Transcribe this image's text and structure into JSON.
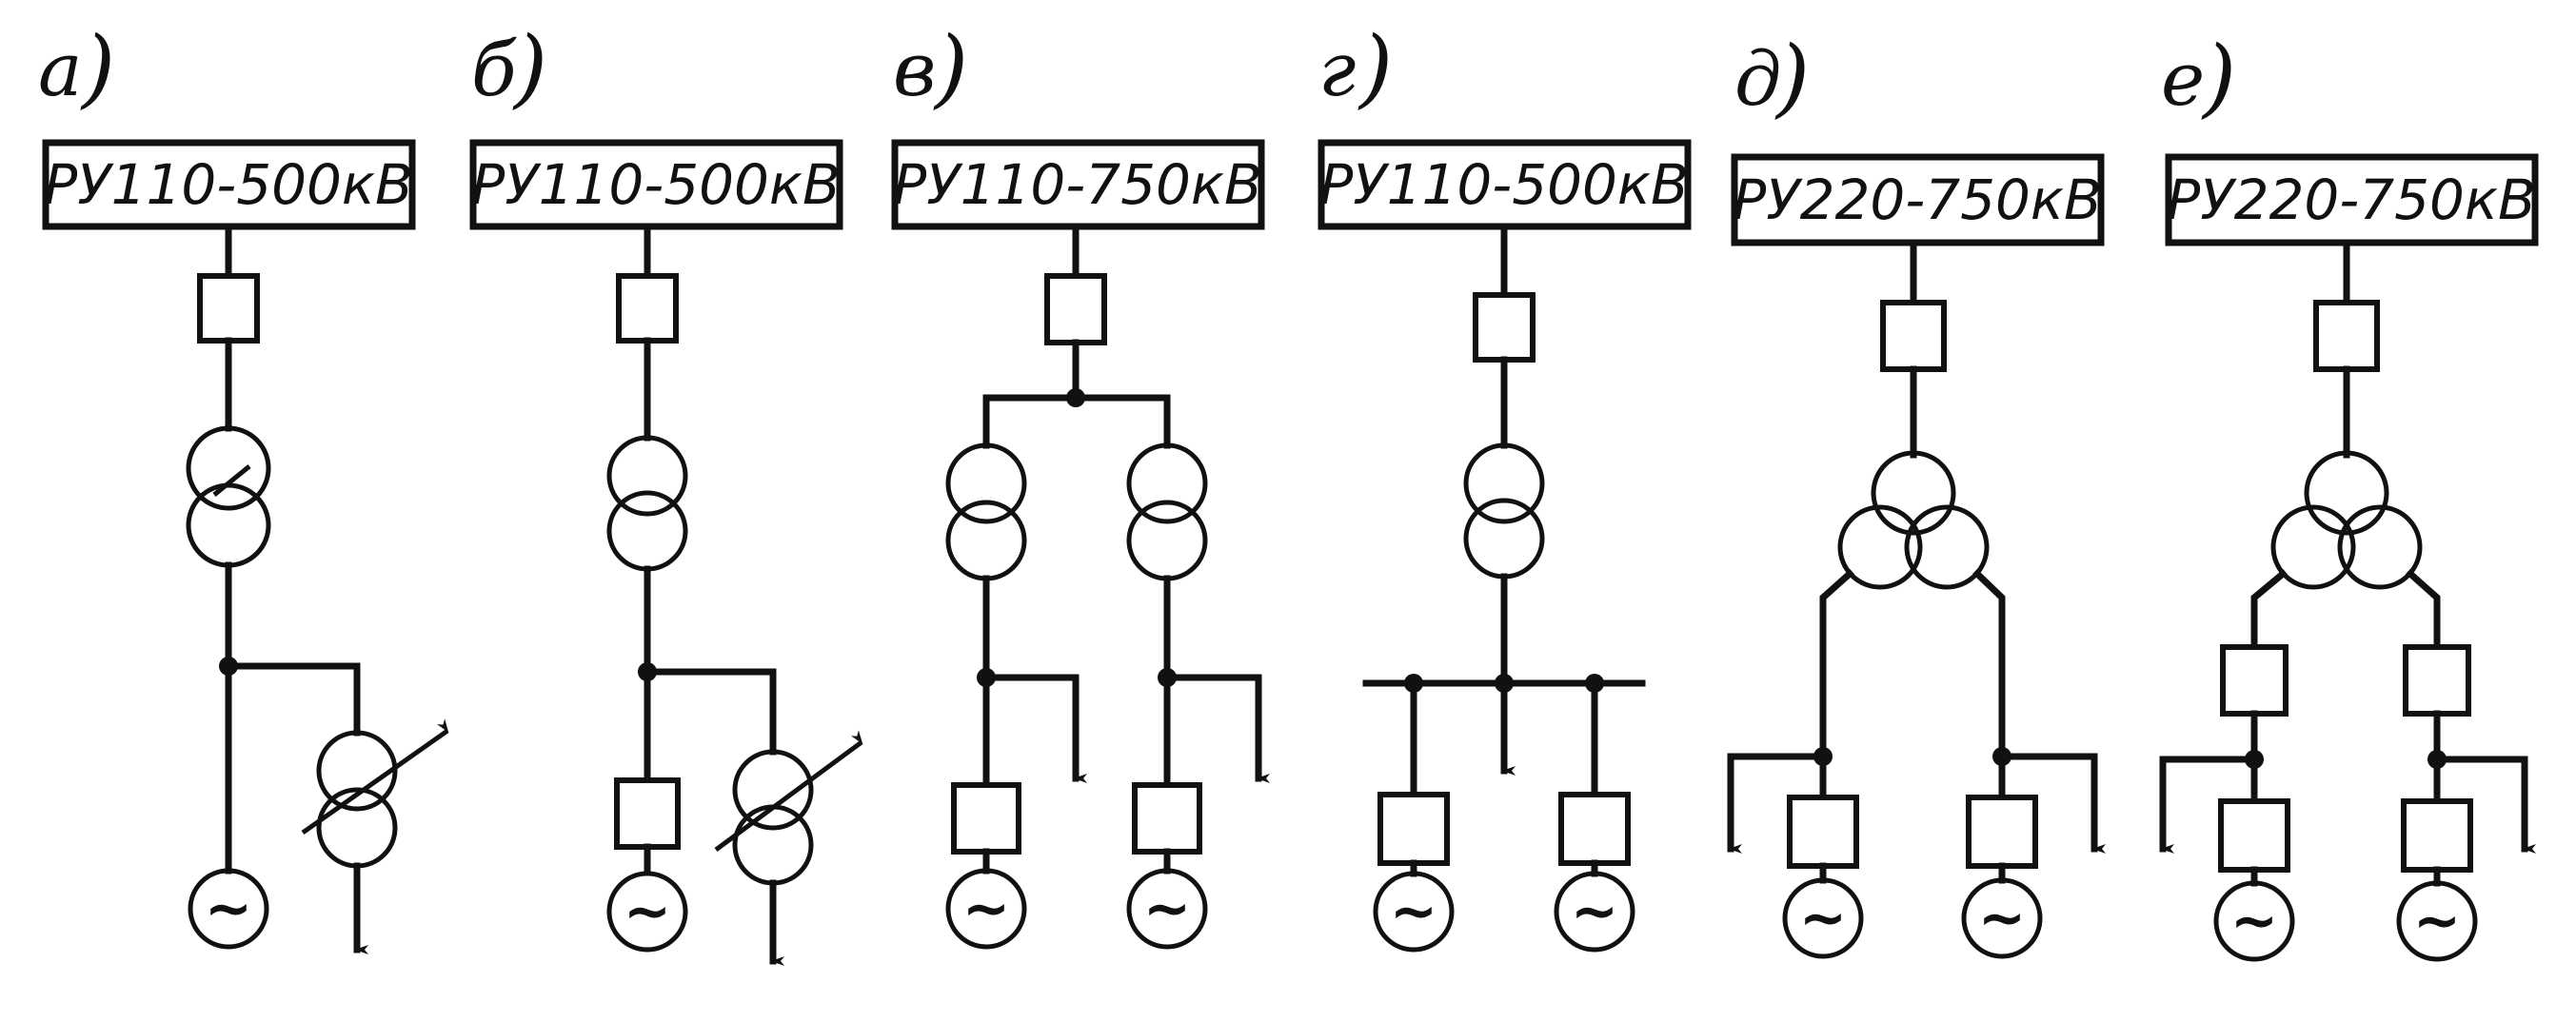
{
  "panels": [
    {
      "letter": "а",
      "label": "РУ110-500кВ"
    },
    {
      "letter": "б",
      "label": "РУ110-500кВ"
    },
    {
      "letter": "в",
      "label": "РУ110-750кВ"
    },
    {
      "letter": "г",
      "label": "РУ110-500кВ"
    },
    {
      "letter": "д",
      "label": "РУ220-750кВ"
    },
    {
      "letter": "е",
      "label": "РУ220-750кВ"
    }
  ],
  "generator_symbol": "~",
  "paren": ")",
  "colors": {
    "ink": "#111111",
    "paper": "#ffffff"
  }
}
